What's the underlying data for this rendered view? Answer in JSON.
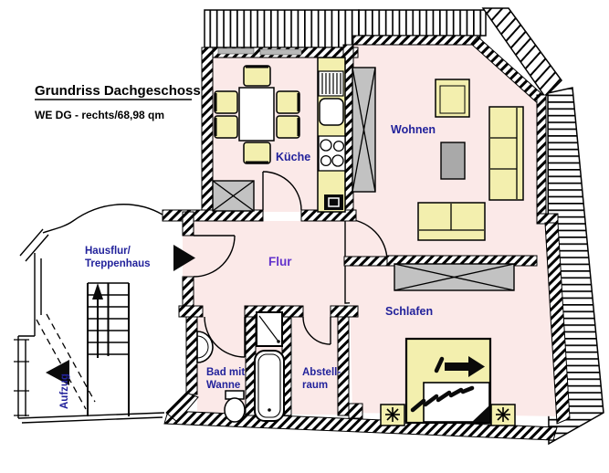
{
  "title": {
    "heading": "Grundriss Dachgeschoss",
    "subtitle": "WE DG - rechts/68,98 qm"
  },
  "rooms": {
    "kitchen": {
      "label": "Küche"
    },
    "living": {
      "label": "Wohnen"
    },
    "hall": {
      "label": "Flur"
    },
    "bedroom": {
      "label": "Schlafen"
    },
    "bath": {
      "label_line1": "Bad mit",
      "label_line2": "Wanne"
    },
    "storage": {
      "label_line1": "Abstell-",
      "label_line2": "raum"
    },
    "stairwell": {
      "label_line1": "Hausflur/",
      "label_line2": "Treppenhaus"
    },
    "elevator": {
      "label": "Aufzug"
    }
  },
  "colors": {
    "floor": "#fbe9e8",
    "furniture": "#f3efae",
    "gray_furniture": "#c2c2c2",
    "coffee_table": "#a9a9a9",
    "label_navy": "#22229b",
    "label_purple": "#6333cc",
    "window_gray": "#b9b9b9"
  }
}
